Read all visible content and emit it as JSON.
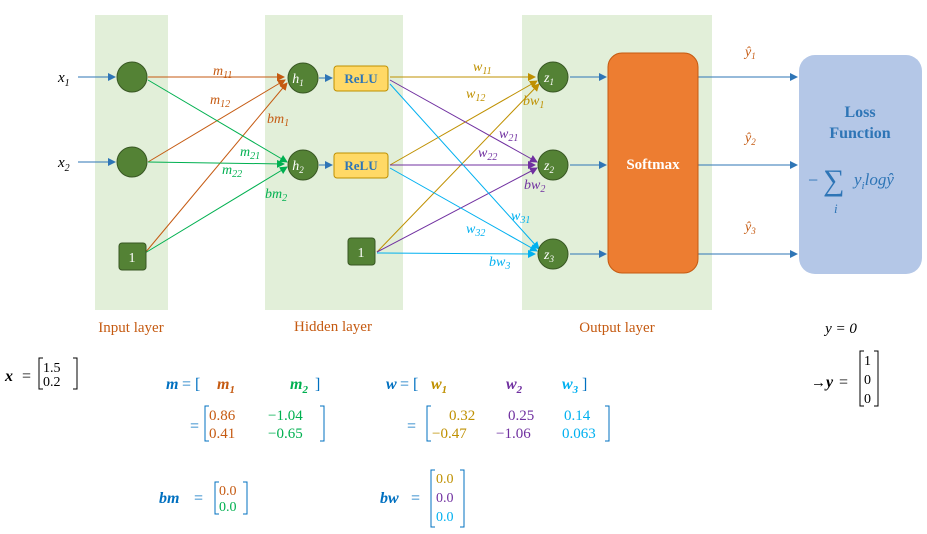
{
  "colors": {
    "layer_bg": "#e2efd9",
    "node_fill": "#548235",
    "node_stroke": "#385723",
    "relu_fill": "#ffd966",
    "relu_stroke": "#bf9000",
    "softmax_fill": "#ed7d31",
    "loss_fill": "#b4c7e7",
    "edge_blue": "#2e75b6",
    "m1_color": "#c55a11",
    "m2_color": "#00b050",
    "w1_color": "#bf9000",
    "w2_color": "#7030a0",
    "w3_color": "#00b0f0",
    "eq_blue": "#0070c0"
  },
  "layers": {
    "input": "Input layer",
    "hidden": "Hidden layer",
    "output": "Output layer"
  },
  "inputs": {
    "x1": "x",
    "x1_sub": "1",
    "x2": "x",
    "x2_sub": "2",
    "bias": "1"
  },
  "hidden": {
    "h1": "h",
    "h1_sub": "1",
    "h2": "h",
    "h2_sub": "2",
    "relu": "ReLU",
    "bias": "1"
  },
  "outputs": {
    "z1": "z",
    "z1_sub": "1",
    "z2": "z",
    "z2_sub": "2",
    "z3": "z",
    "z3_sub": "3",
    "softmax": "Softmax",
    "yhat1": "ŷ",
    "yhat1_sub": "1",
    "yhat2": "ŷ",
    "yhat2_sub": "2",
    "yhat3": "ŷ",
    "yhat3_sub": "3"
  },
  "edge_labels": {
    "m11": "m",
    "m11_sub": "11",
    "m12": "m",
    "m12_sub": "12",
    "bm1": "bm",
    "bm1_sub": "1",
    "m21": "m",
    "m21_sub": "21",
    "m22": "m",
    "m22_sub": "22",
    "bm2": "bm",
    "bm2_sub": "2",
    "w11": "w",
    "w11_sub": "11",
    "w12": "w",
    "w12_sub": "12",
    "bw1": "bw",
    "bw1_sub": "1",
    "w21": "w",
    "w21_sub": "21",
    "w22": "w",
    "w22_sub": "22",
    "bw2": "bw",
    "bw2_sub": "2",
    "w31": "w",
    "w31_sub": "31",
    "w32": "w",
    "w32_sub": "32",
    "bw3": "bw",
    "bw3_sub": "3"
  },
  "loss": {
    "title_line1": "Loss",
    "title_line2": "Function",
    "formula_prefix": "−",
    "sum_symbol": "∑",
    "sum_index": "i",
    "formula_y": "y",
    "formula_y_sub": "i",
    "formula_rest": "log",
    "formula_yhat": "ŷ"
  },
  "target": {
    "y_eq": "y = 0",
    "arrow": "→",
    "y_label": "y",
    "eq": "=",
    "vector": [
      "1",
      "0",
      "0"
    ]
  },
  "x_vector": {
    "label": "x",
    "eq": "=",
    "values": [
      "1.5",
      "0.2"
    ]
  },
  "m_matrix": {
    "label": "m",
    "eq": "=",
    "col1_label": "m",
    "col1_sub": "1",
    "col2_label": "m",
    "col2_sub": "2",
    "rows": [
      [
        "0.86",
        "−1.04"
      ],
      [
        "0.41",
        "−0.65"
      ]
    ]
  },
  "w_matrix": {
    "label": "w",
    "eq": "=",
    "col1_label": "w",
    "col1_sub": "1",
    "col2_label": "w",
    "col2_sub": "2",
    "col3_label": "w",
    "col3_sub": "3",
    "rows": [
      [
        "0.32",
        "0.25",
        "0.14"
      ],
      [
        "−0.47",
        "−1.06",
        "0.063"
      ]
    ]
  },
  "bm_vector": {
    "label": "bm",
    "eq": "=",
    "values": [
      "0.0",
      "0.0"
    ]
  },
  "bw_vector": {
    "label": "bw",
    "eq": "=",
    "values": [
      "0.0",
      "0.0",
      "0.0"
    ]
  }
}
